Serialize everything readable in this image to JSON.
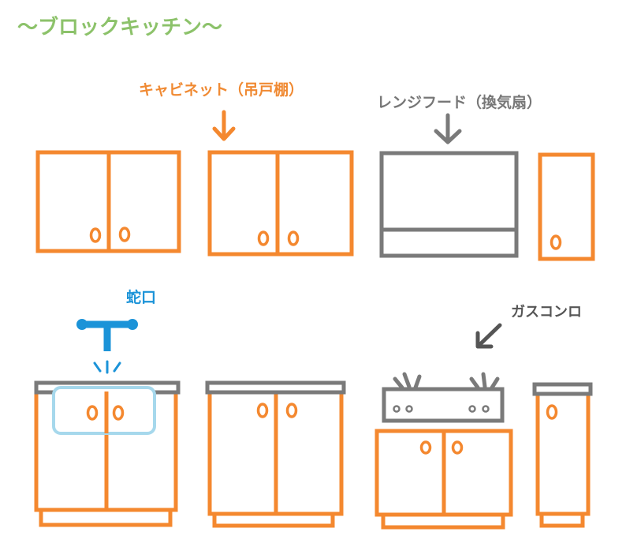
{
  "title": "～ブロックキッチン～",
  "labels": {
    "cabinet": "キャビネット（吊戸棚）",
    "range_hood": "レンジフード（換気扇）",
    "faucet": "蛇口",
    "gas_stove": "ガスコンロ"
  },
  "colors": {
    "title": "#8cc26a",
    "cabinet": "#f4882f",
    "hood": "#7a7a7a",
    "faucet": "#1b93d8",
    "sink": "#a6d8ec"
  }
}
